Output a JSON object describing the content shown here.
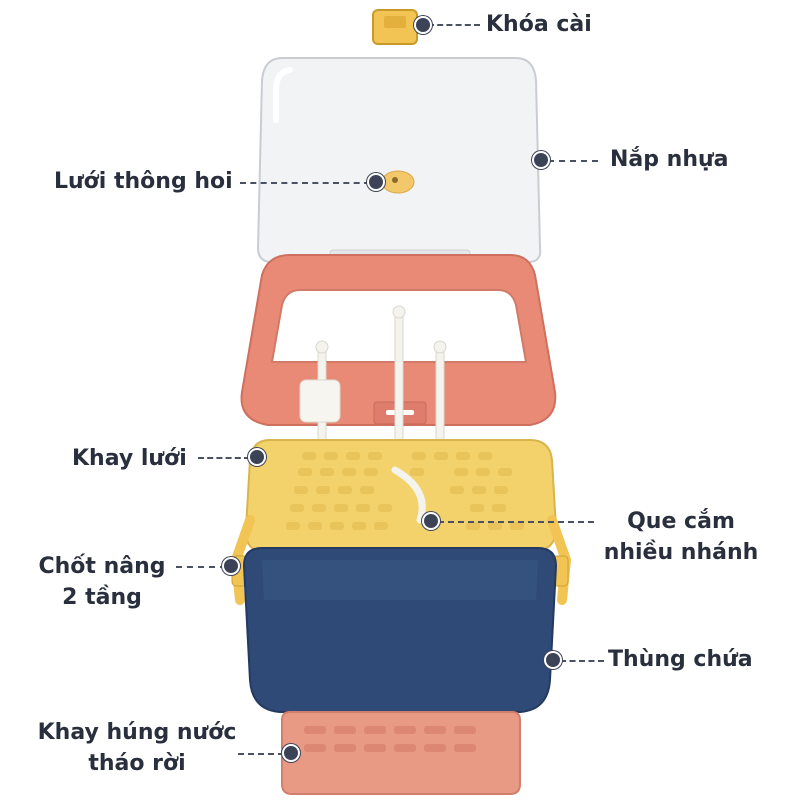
{
  "callouts": {
    "lock": "Khóa cài",
    "lid": "Nắp nhựa",
    "vent": "Lưới thông hoi",
    "grid_tray": "Khay lưới",
    "rack_line1": "Que cắm",
    "rack_line2": "nhiều nhánh",
    "lift_pin_line1": "Chốt nâng",
    "lift_pin_line2": "2 tầng",
    "container": "Thùng chứa",
    "drip_line1": "Khay húng nước",
    "drip_line2": "tháo rời"
  },
  "colors": {
    "lid": "#eef0f3",
    "frame": "#e98a77",
    "tray": "#f3d26b",
    "container": "#2f4a77",
    "drip": "#e99a85",
    "latch": "#f1c453",
    "marker": "#3c4357"
  }
}
